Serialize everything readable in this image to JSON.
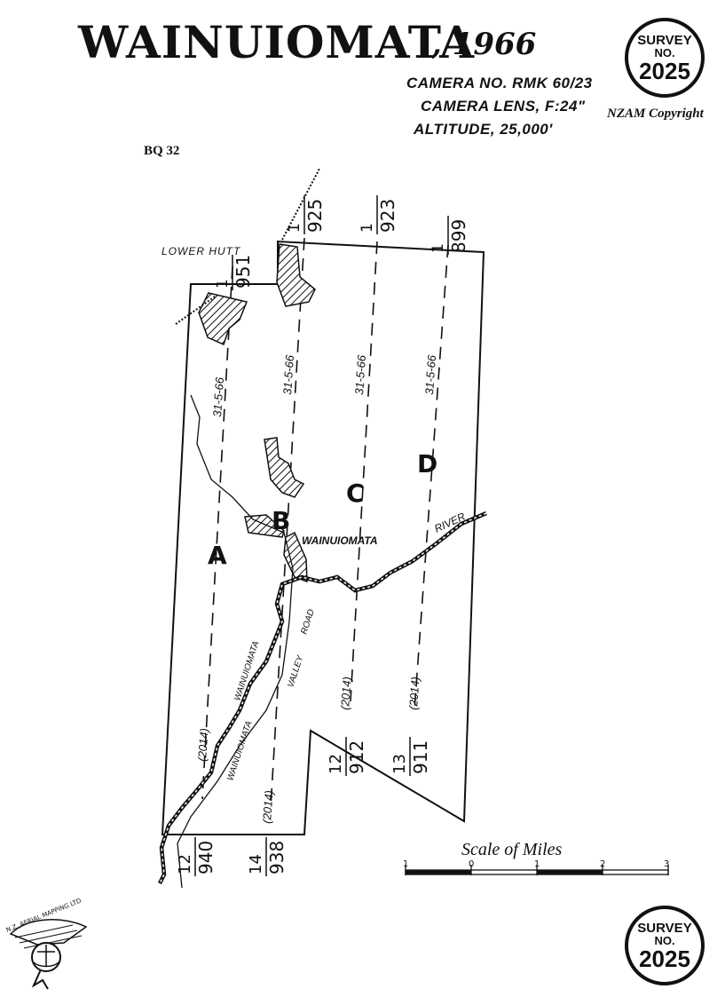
{
  "header": {
    "title": "WAINUIOMATA",
    "year": ", 1966",
    "camera_no": "CAMERA NO. RMK 60/23",
    "camera_lens": "CAMERA LENS, F:24\"",
    "altitude": "ALTITUDE, 25,000'",
    "sheet_ref": "BQ 32",
    "copyright": "NZAM Copyright"
  },
  "survey_badge": {
    "word": "SURVEY",
    "no": "NO.",
    "value": "2025"
  },
  "place_labels": {
    "lower_hutt": "LOWER HUTT",
    "wainuiomata": "WAINUIOMATA",
    "river": "RIVER",
    "wainuiomata_river": "WAINUIOMATA",
    "valley_road_1": "WAINUIOMATA",
    "valley_road_2": "VALLEY",
    "valley_road_3": "ROAD"
  },
  "runs": [
    {
      "letter": "A",
      "date": "31-5-66",
      "repeat": "(2014)",
      "start_run": "1",
      "start_frame": "951",
      "end_run": "12",
      "end_frame": "940"
    },
    {
      "letter": "B",
      "date": "31-5-66",
      "repeat": "(2014)",
      "start_run": "1",
      "start_frame": "925",
      "end_run": "14",
      "end_frame": "938"
    },
    {
      "letter": "C",
      "date": "31-5-66",
      "repeat": "(2014)",
      "start_run": "1",
      "start_frame": "923",
      "end_run": "12",
      "end_frame": "912"
    },
    {
      "letter": "D",
      "date": "31-5-66",
      "repeat": "(2014)",
      "start_run": "1",
      "start_frame": "899",
      "end_run": "13",
      "end_frame": "911"
    }
  ],
  "scale_bar": {
    "label": "Scale of Miles",
    "ticks": [
      "1",
      "0",
      "1",
      "2",
      "3"
    ]
  },
  "logo": {
    "text": "N.Z. AERIAL MAPPING LTD",
    "icon": "aerial-mapping-logo-icon"
  },
  "colors": {
    "ink": "#111111",
    "paper": "#ffffff"
  }
}
